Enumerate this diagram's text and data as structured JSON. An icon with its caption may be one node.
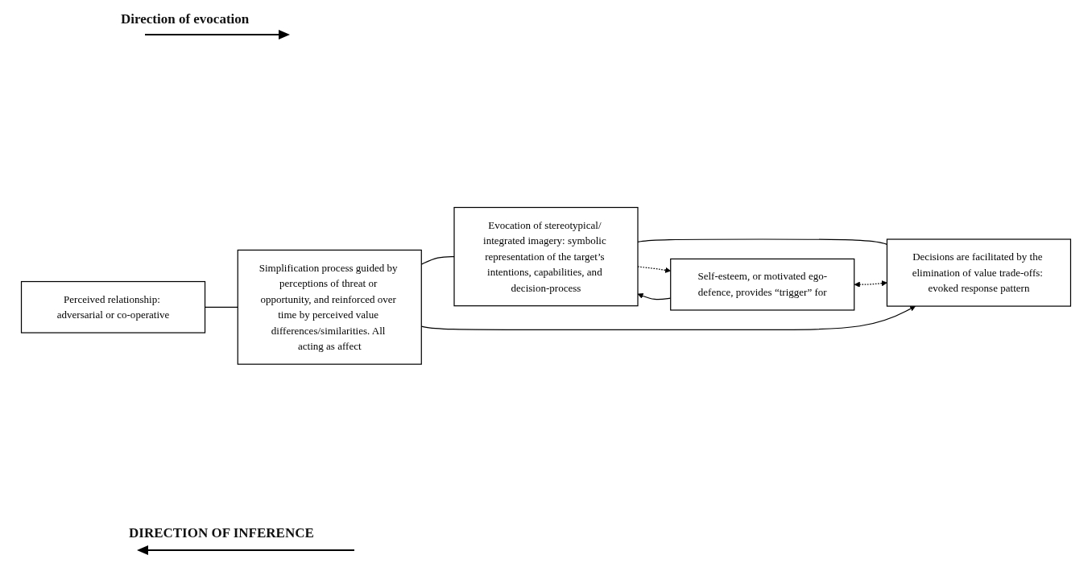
{
  "diagram": {
    "nodes": [
      {
        "text": [
          "Perceived relationship: adversarial or co-operative"
        ]
      },
      {
        "text": [
          "Simplification process guided by perceptions of threat or opportunity, and reinforced over time by perceived value differences/similarities. All acting as affect"
        ]
      },
      {
        "text": [
          "Self-esteem, or motivated ego-defence, provides “trigger” for"
        ]
      },
      {
        "text": [
          "Evocation of stereotypical/ integrated imagery: symbolic representation of the target’s intentions, capabilities, and decision-process"
        ]
      },
      {
        "text": [
          "Decisions are facilitated by the elimination of value trade-offs: evoked response pattern"
        ]
      }
    ],
    "edges": [
      {
        "from": 0,
        "to": 1,
        "arrow": "none"
      },
      {
        "from": 1,
        "to": 3,
        "arrow": "none"
      },
      {
        "from": 3,
        "to": 4,
        "arrow": "none"
      },
      {
        "from": 2,
        "to": 3,
        "arrow": "to"
      },
      {
        "from": 3,
        "to": 2,
        "arrow": "to",
        "style": "dashed"
      },
      {
        "from": 2,
        "to": 4,
        "arrow": "both",
        "style": "dashed"
      },
      {
        "from": 1,
        "to": 4,
        "arrow": "to"
      }
    ],
    "labels": [
      "Direction of evocation",
      "DIRECTION OF INFERENCE"
    ]
  }
}
